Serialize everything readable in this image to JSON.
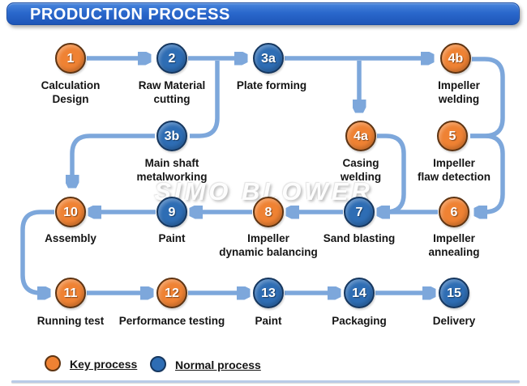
{
  "title": "PRODUCTION PROCESS",
  "watermark": "SIMO BLOWER",
  "legend": {
    "key": "Key process",
    "normal": "Normal process"
  },
  "colors": {
    "key_fill": "#EF8233",
    "key_stroke": "#5E3412",
    "normal_fill": "#2E6DB4",
    "normal_stroke": "#16375F",
    "connector": "#7DA7DB",
    "title_bar": "#2A68CC"
  },
  "nodes": [
    {
      "id": "1",
      "label": "Calculation\nDesign",
      "type": "key"
    },
    {
      "id": "2",
      "label": "Raw Material\ncutting",
      "type": "normal"
    },
    {
      "id": "3a",
      "label": "Plate forming",
      "type": "normal"
    },
    {
      "id": "4b",
      "label": "Impeller\nwelding",
      "type": "key"
    },
    {
      "id": "3b",
      "label": "Main shaft\nmetalworking",
      "type": "normal"
    },
    {
      "id": "4a",
      "label": "Casing\nwelding",
      "type": "key"
    },
    {
      "id": "5",
      "label": "Impeller\nflaw detection",
      "type": "key"
    },
    {
      "id": "10",
      "label": "Assembly",
      "type": "key"
    },
    {
      "id": "9",
      "label": "Paint",
      "type": "normal"
    },
    {
      "id": "8",
      "label": "Impeller\ndynamic balancing",
      "type": "key"
    },
    {
      "id": "7",
      "label": "Sand blasting",
      "type": "normal"
    },
    {
      "id": "6",
      "label": "Impeller\nannealing",
      "type": "key"
    },
    {
      "id": "11",
      "label": "Running test",
      "type": "key"
    },
    {
      "id": "12",
      "label": "Performance testing",
      "type": "key"
    },
    {
      "id": "13",
      "label": "Paint",
      "type": "normal"
    },
    {
      "id": "14",
      "label": "Packaging",
      "type": "normal"
    },
    {
      "id": "15",
      "label": "Delivery",
      "type": "normal"
    }
  ],
  "edges": [
    {
      "from": "1",
      "to": "2"
    },
    {
      "from": "2",
      "to": "3a"
    },
    {
      "from": "2",
      "to": "3b"
    },
    {
      "from": "3a",
      "to": "4b"
    },
    {
      "from": "3a",
      "to": "4a"
    },
    {
      "from": "4b",
      "to": "5"
    },
    {
      "from": "5",
      "to": "6"
    },
    {
      "from": "3b",
      "to": "10"
    },
    {
      "from": "4a",
      "to": "7"
    },
    {
      "from": "6",
      "to": "7"
    },
    {
      "from": "7",
      "to": "8"
    },
    {
      "from": "8",
      "to": "9"
    },
    {
      "from": "9",
      "to": "10"
    },
    {
      "from": "10",
      "to": "11"
    },
    {
      "from": "11",
      "to": "12"
    },
    {
      "from": "12",
      "to": "13"
    },
    {
      "from": "13",
      "to": "14"
    },
    {
      "from": "14",
      "to": "15"
    }
  ]
}
